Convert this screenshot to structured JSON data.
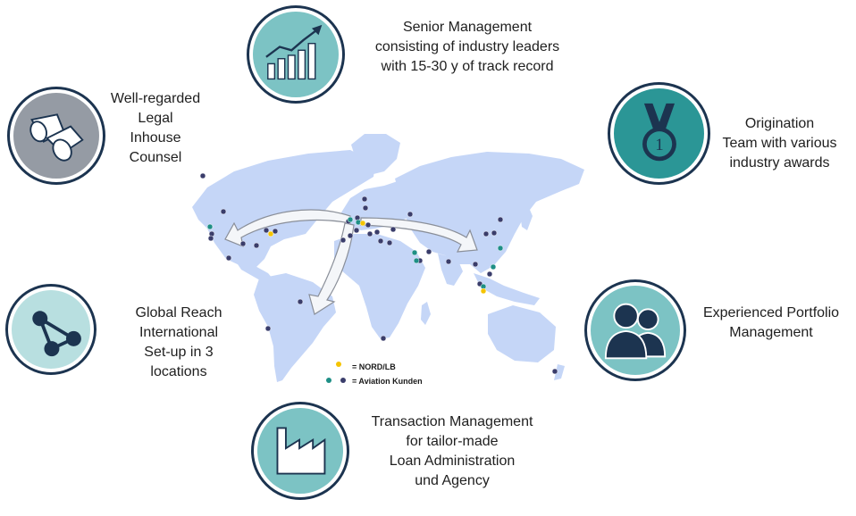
{
  "colors": {
    "map_land": "#c5d6f7",
    "nord_lb_dot": "#f5c400",
    "aviation_dot_teal": "#1e8f86",
    "aviation_dot_navy": "#3a3d6b",
    "circle_border": "#1c3450",
    "arrow_fill": "#f4f6f9",
    "arrow_stroke": "#8a8f99"
  },
  "blocks": {
    "senior_management": {
      "icon": "growth-chart-icon",
      "fill": "#7cc3c4",
      "label_lines": [
        "Senior Management",
        "consisting of industry leaders",
        "with 15-30 y of track record"
      ]
    },
    "legal": {
      "icon": "binoculars-icon",
      "fill": "#959ba4",
      "label_lines": [
        "Well-regarded",
        "Legal",
        "Inhouse",
        "Counsel"
      ]
    },
    "origination": {
      "icon": "medal-icon",
      "fill": "#2b9696",
      "label_lines": [
        "Origination",
        "Team with various",
        "industry awards"
      ]
    },
    "global_reach": {
      "icon": "network-icon",
      "fill": "#b8dfe0",
      "label_lines": [
        "Global Reach",
        "International",
        "Set-up in 3",
        "locations"
      ]
    },
    "portfolio": {
      "icon": "people-icon",
      "fill": "#7cc3c4",
      "label_lines": [
        "Experienced Portfolio",
        "Management"
      ]
    },
    "transaction": {
      "icon": "factory-icon",
      "fill": "#7cc3c4",
      "label_lines": [
        "Transaction Management",
        "for tailor-made",
        "Loan Administration",
        "und Agency"
      ]
    }
  },
  "legend": {
    "nord_lb": "= NORD/LB",
    "aviation": "= Aviation Kunden"
  }
}
